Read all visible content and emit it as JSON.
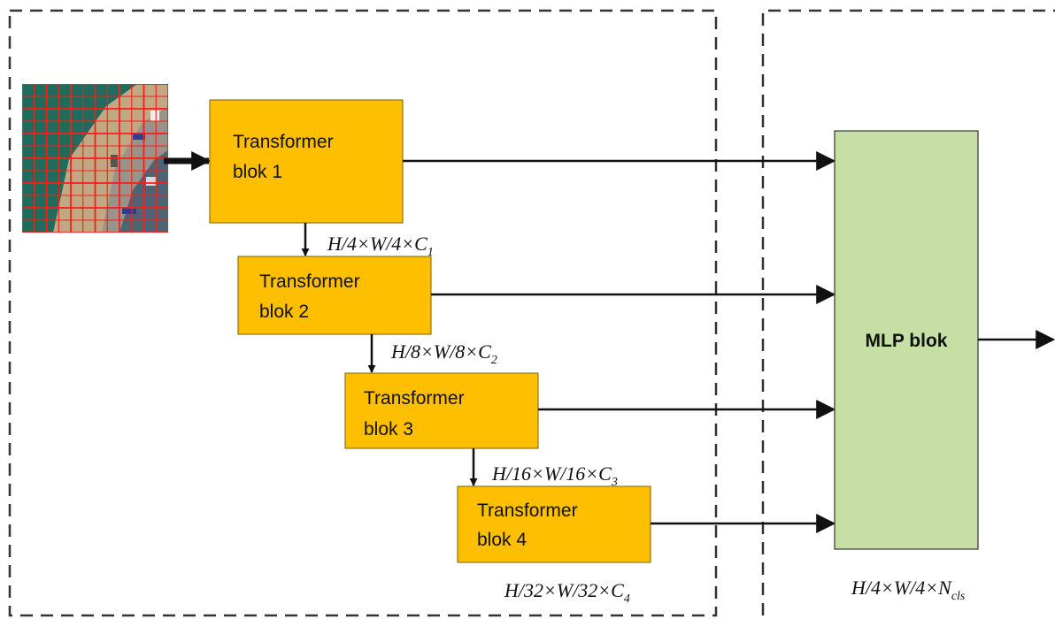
{
  "encoder": {
    "blocks": [
      {
        "line1": "Transformer",
        "line2": "blok 1"
      },
      {
        "line1": "Transformer",
        "line2": "blok 2"
      },
      {
        "line1": "Transformer",
        "line2": "blok 3"
      },
      {
        "line1": "Transformer",
        "line2": "blok 4"
      }
    ],
    "dims": [
      {
        "main": "H/4×W/4×C",
        "sub": "1"
      },
      {
        "main": "H/8×W/8×C",
        "sub": "2"
      },
      {
        "main": "H/16×W/16×C",
        "sub": "3"
      },
      {
        "main": "H/32×W/32×C",
        "sub": "4"
      }
    ]
  },
  "decoder": {
    "label": "MLP blok",
    "output_dim": {
      "main": "H/4×W/4×N",
      "sub": "cls"
    }
  },
  "colors": {
    "transformer_fill": "#FDBF00",
    "mlp_fill": "#C6DFA4",
    "patch_grid": "#FF1A1A",
    "image_bg": "#1F6B5C",
    "image_ground": "#C0A882"
  },
  "input_image": {
    "icon": "satellite-image-patches-icon"
  }
}
